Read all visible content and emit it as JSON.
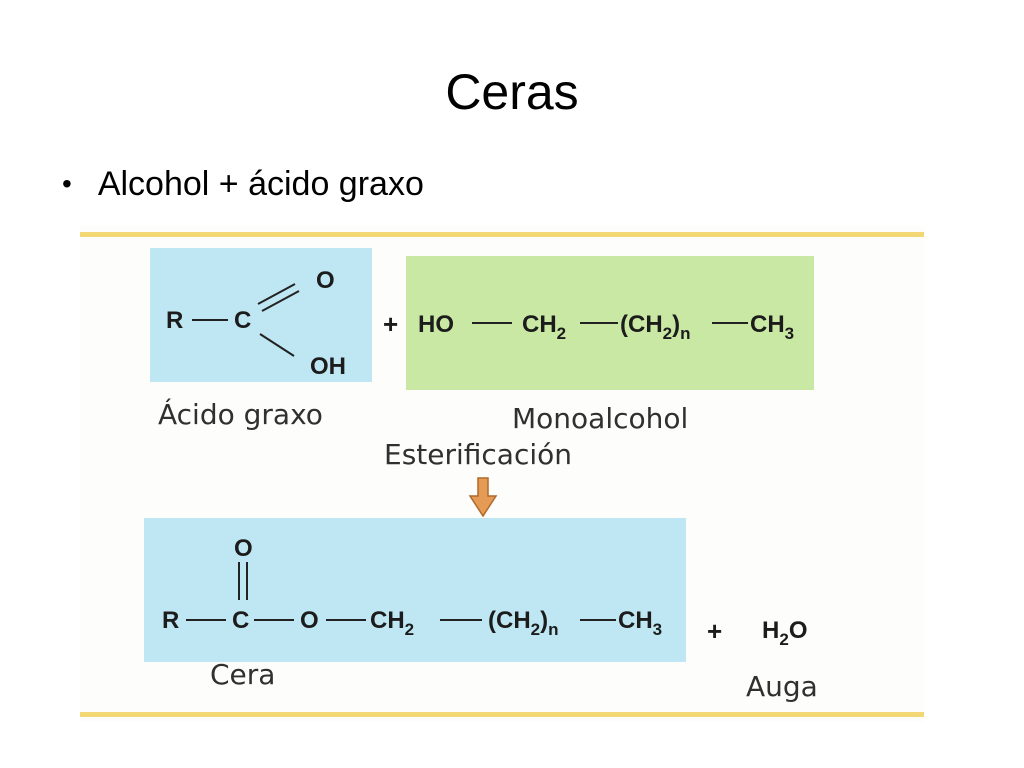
{
  "slide": {
    "title": "Ceras",
    "bullet": "Alcohol + ácido graxo"
  },
  "colors": {
    "frame_yellow": "#f2d774",
    "acid_box": "#bfe7f3",
    "alcohol_box": "#c9e8a4",
    "arrow": "#e59a55",
    "text": "#1c1c1c"
  },
  "diagram": {
    "reactant1": {
      "R": "R",
      "C": "C",
      "O": "O",
      "OH": "OH",
      "label": "Ácido graxo"
    },
    "plus1": "+",
    "reactant2": {
      "HO": "HO",
      "CH2_base": "CH",
      "CH2_sub": "2",
      "chain_open": "(CH",
      "chain_sub": "2",
      "chain_close": ")",
      "chain_n": "n",
      "CH3_base": "CH",
      "CH3_sub": "3",
      "label": "Monoalcohol"
    },
    "process_label": "Esterificación",
    "arrow_icon": "down-arrow-icon",
    "product1": {
      "O_top": "O",
      "R": "R",
      "C": "C",
      "O_link": "O",
      "CH2_base": "CH",
      "CH2_sub": "2",
      "chain_open": "(CH",
      "chain_sub": "2",
      "chain_close": ")",
      "chain_n": "n",
      "CH3_base": "CH",
      "CH3_sub": "3",
      "label": "Cera"
    },
    "plus2": "+",
    "product2": {
      "H": "H",
      "sub": "2",
      "O": "O",
      "label": "Auga"
    }
  }
}
